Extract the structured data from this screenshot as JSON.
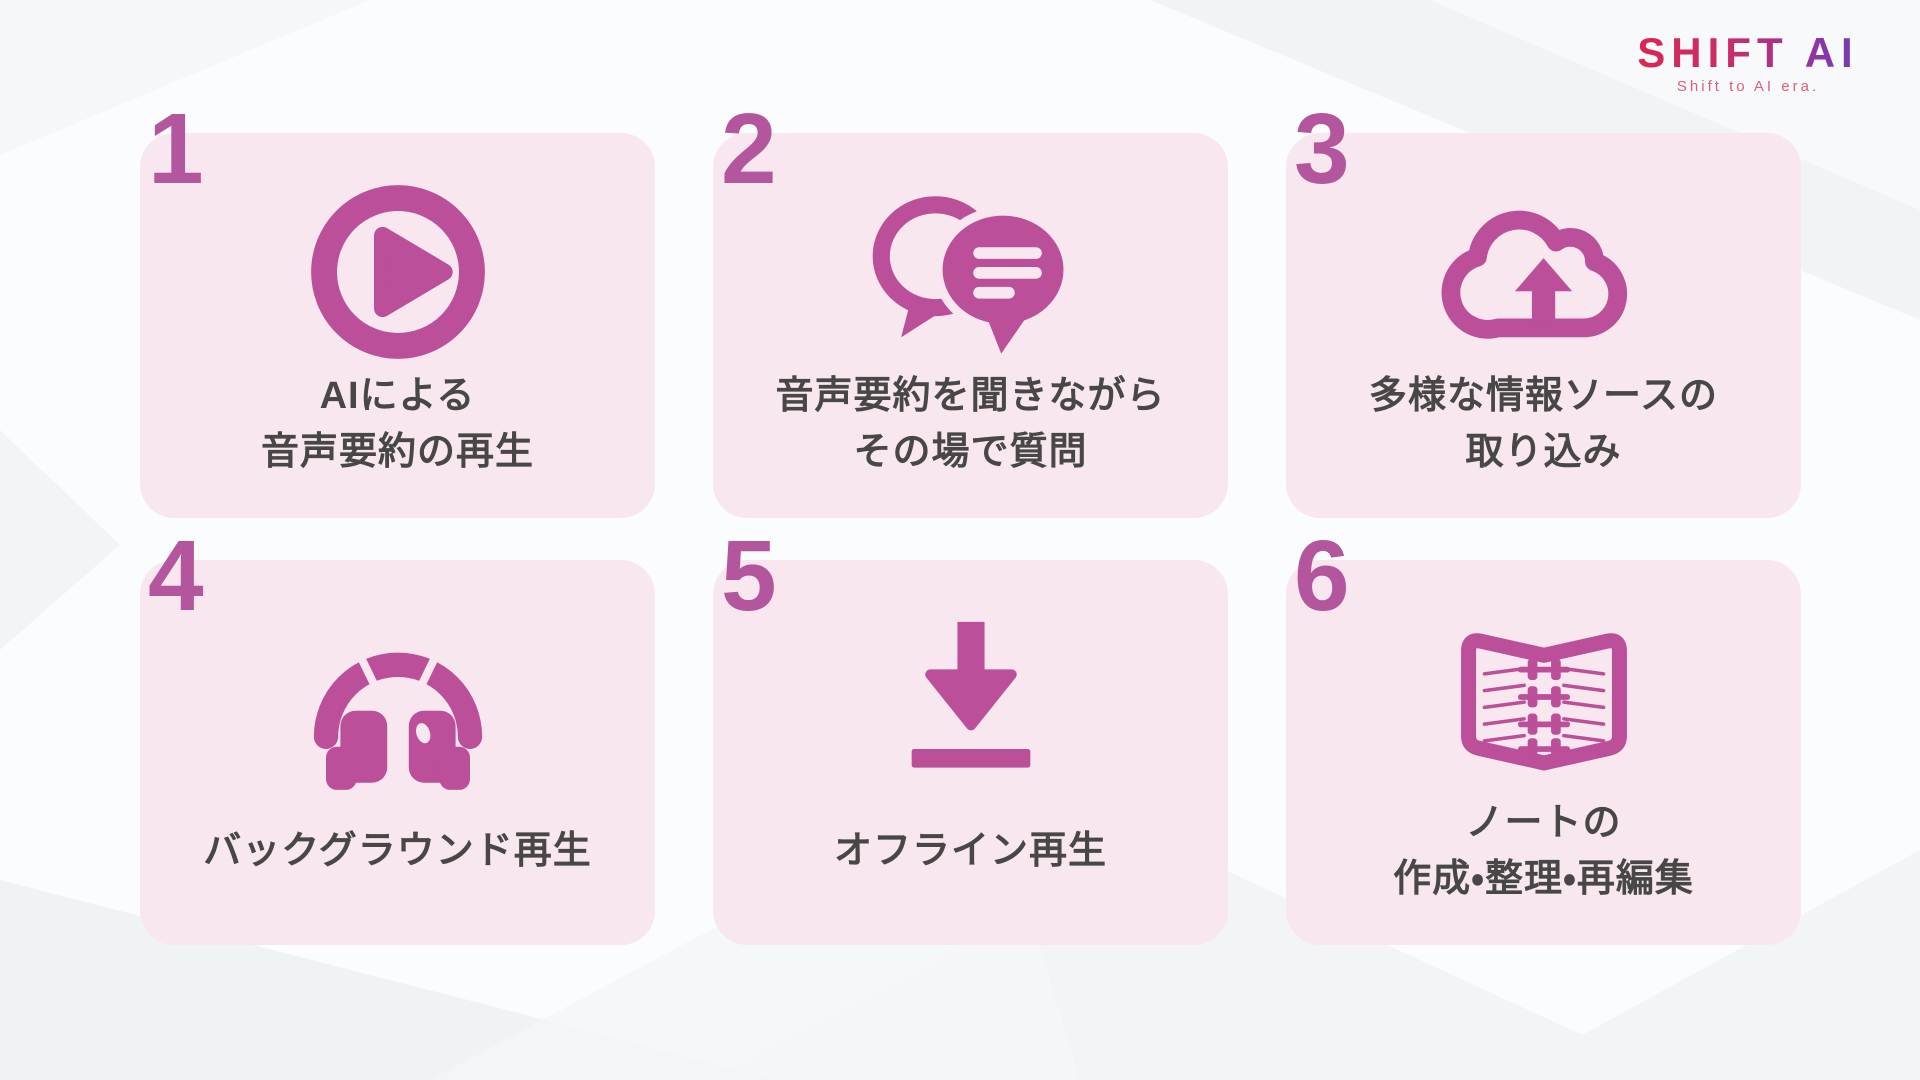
{
  "logo": {
    "wordmark": "SHIFT AI",
    "tagline": "Shift to AI era."
  },
  "theme": {
    "accent": "#bc4f99",
    "number_color": "#b3569d",
    "card_background": "#f8e7ef",
    "caption_color": "#474747",
    "page_background": "#fbfcfd",
    "logo_gradient_start": "#e02448",
    "logo_gradient_end": "#6a3eb6",
    "tagline_color": "#dd5f78"
  },
  "cards": [
    {
      "number": "1",
      "icon": "play-circle-icon",
      "caption_lines": [
        "AIによる",
        "音声要約の再生"
      ]
    },
    {
      "number": "2",
      "icon": "chat-bubbles-icon",
      "caption_lines": [
        "音声要約を聞きながら",
        "その場で質問"
      ]
    },
    {
      "number": "3",
      "icon": "cloud-upload-icon",
      "caption_lines": [
        "多様な情報ソースの",
        "取り込み"
      ]
    },
    {
      "number": "4",
      "icon": "headphones-icon",
      "caption_lines": [
        "バックグラウンド再生"
      ]
    },
    {
      "number": "5",
      "icon": "offline-download-icon",
      "caption_lines": [
        "オフライン再生"
      ]
    },
    {
      "number": "6",
      "icon": "notebook-icon",
      "caption_lines": [
        "ノートの",
        "作成・整理・再編集"
      ]
    }
  ]
}
